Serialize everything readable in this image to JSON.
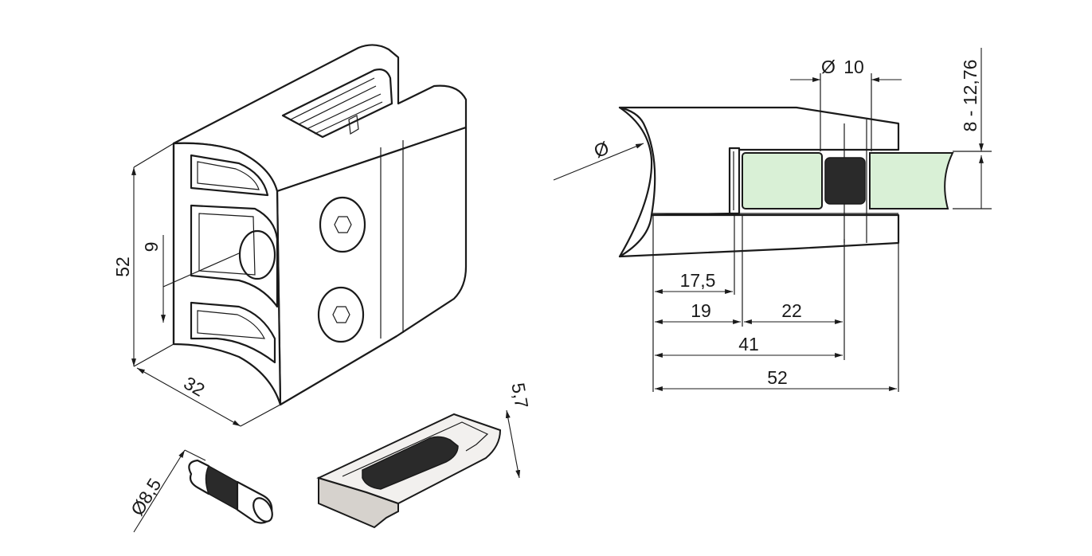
{
  "dimensions": {
    "clamp_height": "52",
    "hole_offset": "9",
    "clamp_depth": "32",
    "pin_diameter": "Ø8,5",
    "insert_thickness": "5,7",
    "bolt_diameter": "10",
    "glass_thickness": "8 - 12,76",
    "d_17_5": "17,5",
    "d_19": "19",
    "d_22": "22",
    "d_41": "41",
    "d_52": "52"
  },
  "colors": {
    "glass": "#d9f0d6",
    "gasket": "#2a2a2a",
    "insert_base": "#d6d2cd"
  },
  "icons": {
    "diameter": "diameter-symbol-icon"
  }
}
